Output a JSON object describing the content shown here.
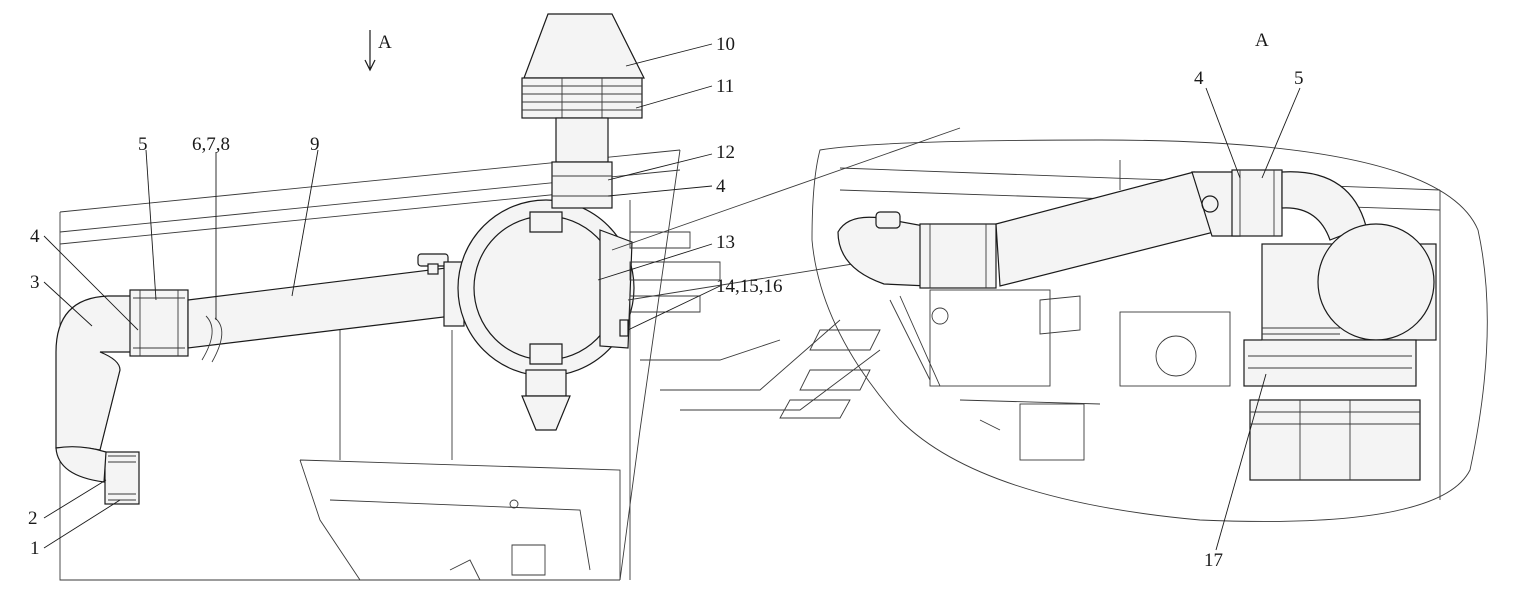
{
  "view_labels": {
    "section_arrow": "A",
    "view_title": "A"
  },
  "callouts": {
    "c1": "1",
    "c2": "2",
    "c3": "3",
    "c4_left": "4",
    "c5_left": "5",
    "c678": "6,7,8",
    "c9": "9",
    "c10": "10",
    "c11": "11",
    "c12": "12",
    "c4_mid": "4",
    "c13": "13",
    "c141516": "14,15,16",
    "c4_right": "4",
    "c5_right": "5",
    "c17": "17"
  }
}
